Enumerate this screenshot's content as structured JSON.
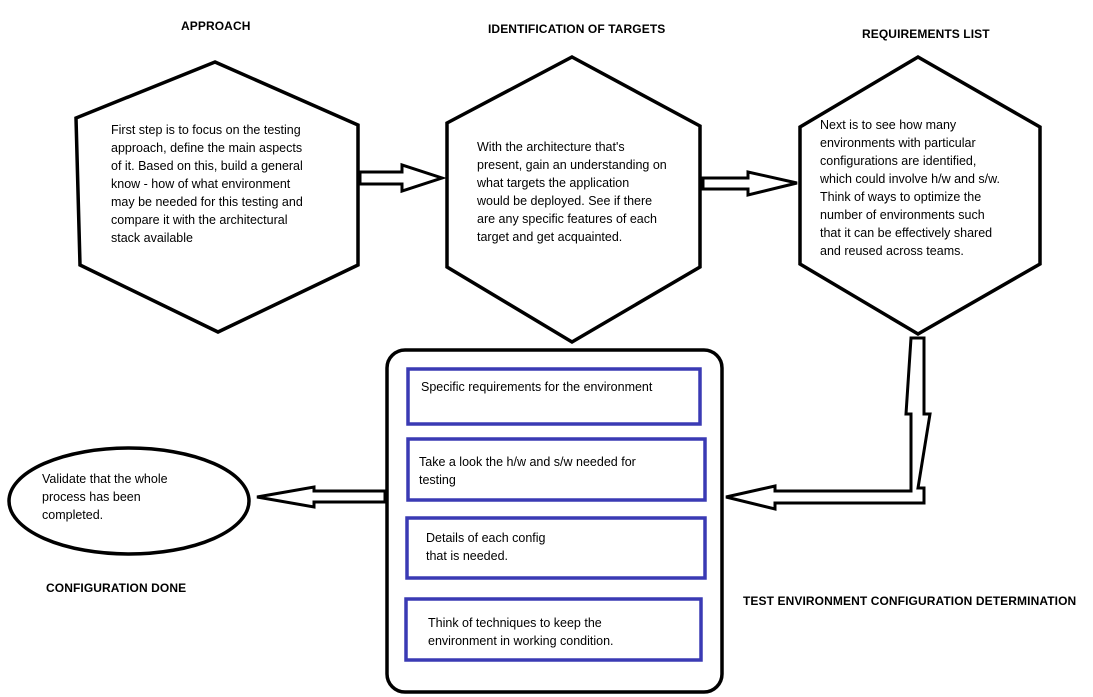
{
  "headings": {
    "approach": "APPROACH",
    "identification": "IDENTIFICATION OF TARGETS",
    "requirements": "REQUIREMENTS LIST",
    "configuration_done": "CONFIGURATION DONE",
    "determination": "TEST ENVIRONMENT CONFIGURATION DETERMINATION"
  },
  "steps": {
    "approach": "First step is to focus on the testing\napproach, define the main aspects\nof it. Based on this, build a general\nknow - how of what environment\nmay be needed for this testing and\ncompare it with the architectural\nstack available",
    "identification": "With the architecture that's\npresent, gain an understanding on\nwhat targets the application\nwould be deployed. See if there\nare any specific features of each\ntarget and get acquainted.",
    "requirements": "Next is to see how many\nenvironments with particular\nconfigurations are identified,\nwhich could involve h/w and s/w.\nThink of ways to optimize the\nnumber of environments such\nthat it can be effectively shared\nand reused across teams.",
    "validate": "Validate that the whole\nprocess has been\ncompleted."
  },
  "determination_items": [
    "Specific requirements for the environment",
    "Take a look the h/w and s/w needed for\ntesting",
    "Details of each config\nthat is needed.",
    "Think of techniques to keep the\nenvironment in working condition."
  ],
  "colors": {
    "outline": "#000000",
    "item_border": "#3a3ab4",
    "background": "#ffffff"
  }
}
